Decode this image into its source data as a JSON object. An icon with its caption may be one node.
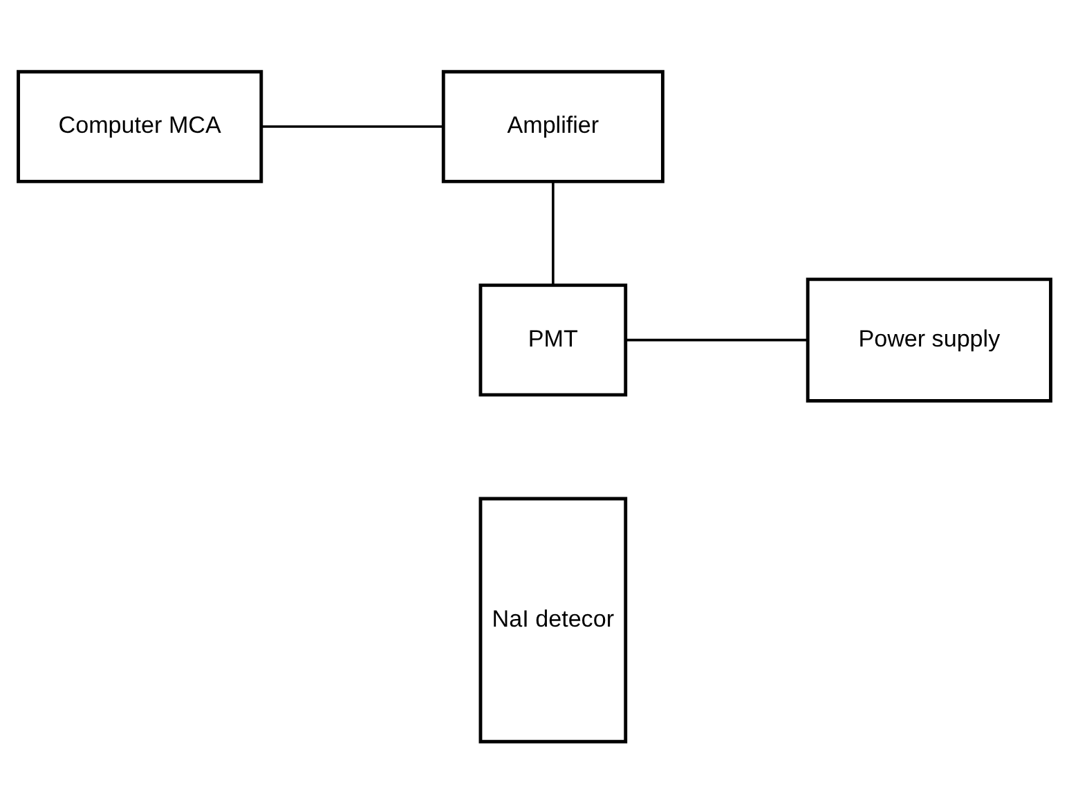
{
  "diagram": {
    "nodes": [
      {
        "text": [
          "Computer MCA"
        ]
      },
      {
        "text": [
          "Amplifier"
        ]
      },
      {
        "text": [
          "PMT"
        ]
      },
      {
        "text": [
          "NaI detecor"
        ]
      },
      {
        "text": [
          "Power supply"
        ]
      }
    ],
    "edges": [
      {
        "from": 0,
        "to": 1,
        "arrow": "none"
      },
      {
        "from": 1,
        "to": 2,
        "arrow": "none"
      },
      {
        "from": 2,
        "to": 4,
        "arrow": "none"
      }
    ]
  }
}
